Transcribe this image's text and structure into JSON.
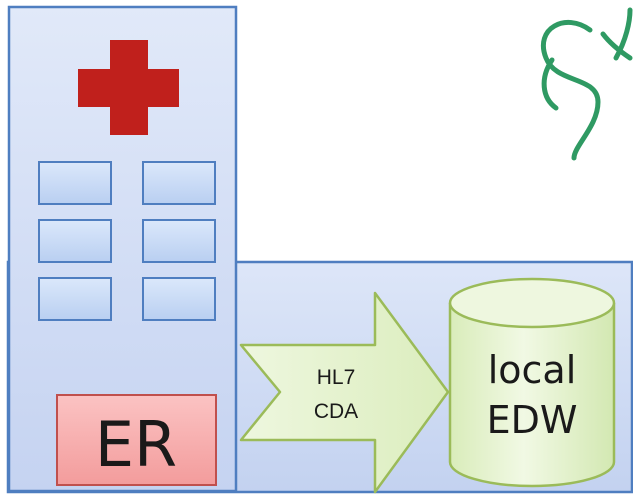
{
  "hospital": {
    "dept_label": "ER"
  },
  "message_arrow": {
    "line1": "HL7",
    "line2": "CDA"
  },
  "database": {
    "line1": "local",
    "line2": "EDW"
  },
  "colors": {
    "building_fill": "#c9d6f3",
    "building_stroke": "#4f7ec0",
    "red_cross": "#c0201c",
    "window_fill": "#c9dcf7",
    "er_box_fill": "#f7a9a9",
    "er_box_stroke": "#c0504d",
    "arrow_fill": "#e2f1c8",
    "arrow_stroke": "#9bbb59",
    "cylinder_fill": "#e6f3cf",
    "logo_green": "#2f9a63"
  }
}
